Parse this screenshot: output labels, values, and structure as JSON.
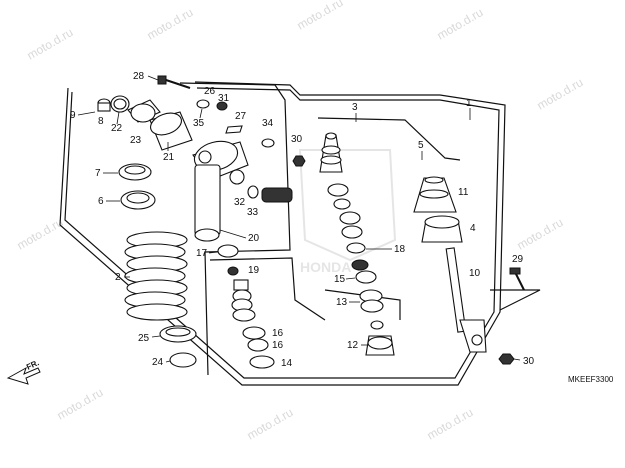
{
  "diagram": {
    "code": "MKEEF3300",
    "front_marker": "FR.",
    "watermark": "moto.d.ru",
    "logo_text": "HONDA",
    "callouts": {
      "c1": "1",
      "c2": "2",
      "c3": "3",
      "c4": "4",
      "c5": "5",
      "c6": "6",
      "c7": "7",
      "c8": "8",
      "c9": "9",
      "c10": "10",
      "c11": "11",
      "c12": "12",
      "c13": "13",
      "c14": "14",
      "c15": "15",
      "c16": "16",
      "c17": "17",
      "c18": "18",
      "c19": "19",
      "c20": "20",
      "c21": "21",
      "c22": "22",
      "c23": "23",
      "c24": "24",
      "c25": "25",
      "c26": "26",
      "c27": "27",
      "c28": "28",
      "c29": "29",
      "c30a": "30",
      "c30b": "30",
      "c31": "31",
      "c32": "32",
      "c33": "33",
      "c34": "34",
      "c35": "35"
    }
  }
}
